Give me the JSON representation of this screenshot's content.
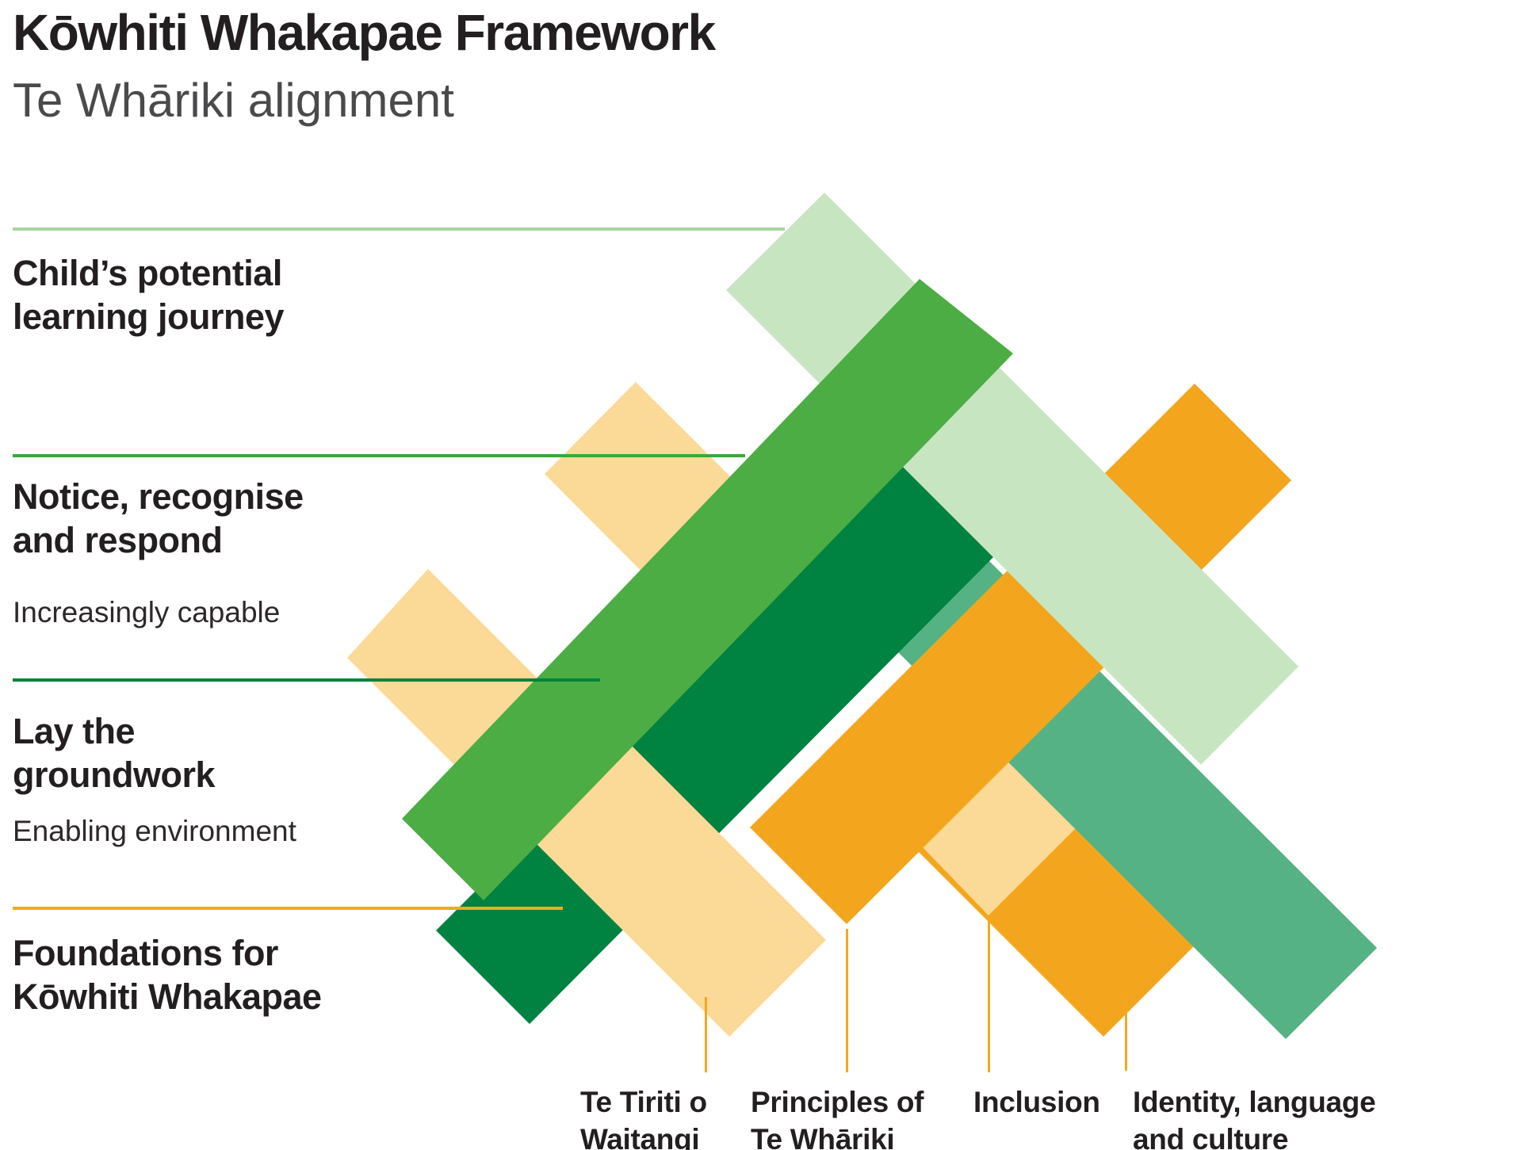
{
  "header": {
    "title": "Kōwhiti Whakapae Framework",
    "subtitle": "Te Whāriki alignment"
  },
  "sections": [
    {
      "heading": "Child’s potential\nlearning journey",
      "subheading": "",
      "line_color": "#a6d79f"
    },
    {
      "heading": "Notice, recognise\nand respond",
      "subheading": "Increasingly capable",
      "line_color": "#3aa83a"
    },
    {
      "heading": "Lay the\ngroundwork",
      "subheading": "Enabling environment",
      "line_color": "#00833d"
    },
    {
      "heading": "Foundations for\nKōwhiti Whakapae",
      "subheading": "",
      "line_color": "#f5a81e"
    }
  ],
  "bottom_labels": [
    {
      "label": "Te Tiriti o\nWaitangi"
    },
    {
      "label": "Principles of\nTe Whāriki"
    },
    {
      "label": "Inclusion"
    },
    {
      "label": "Identity, language\nand culture"
    }
  ],
  "pointer_color": "#f5a81e",
  "weave": {
    "colors": {
      "medium_green": "#4bad43",
      "pale_green": "#c8e5c2",
      "dark_green": "#008240",
      "teal": "#55b284",
      "orange": "#f3a61d",
      "cream": "#fbd996"
    },
    "bands": [
      {
        "name": "cream-band-upper-left"
      },
      {
        "name": "cream-band-lower-left"
      },
      {
        "name": "orange-band-right"
      },
      {
        "name": "cream-band-inclusion"
      },
      {
        "name": "teal-band"
      },
      {
        "name": "dark-green-band"
      },
      {
        "name": "cream-band-te-tiriti"
      },
      {
        "name": "orange-band-left"
      },
      {
        "name": "pale-green-band"
      },
      {
        "name": "medium-green-band"
      }
    ]
  }
}
